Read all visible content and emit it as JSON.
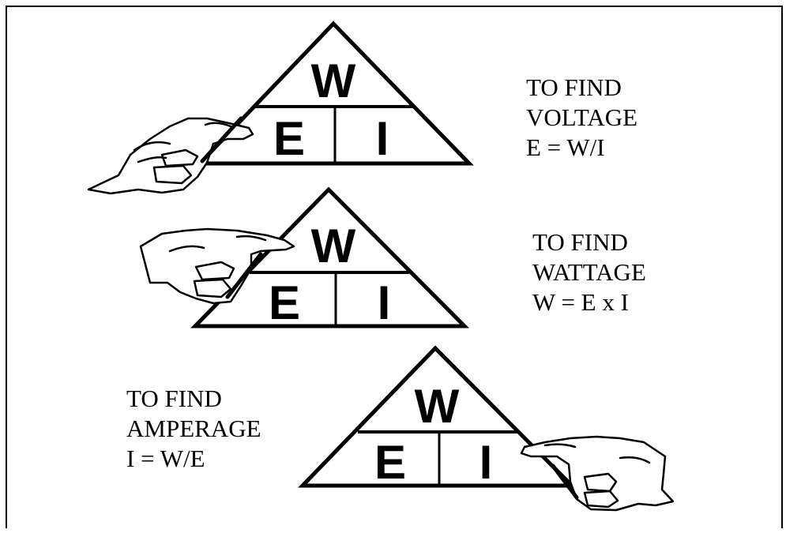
{
  "panels": [
    {
      "id": "voltage",
      "triangle": {
        "top": "W",
        "bottom_left": "E",
        "bottom_right": "I"
      },
      "caption": {
        "line1": "TO FIND",
        "line2": "VOLTAGE",
        "formula": "E = W/I"
      },
      "pointer_target": "E",
      "hand_icon": "pointing-hand-icon"
    },
    {
      "id": "wattage",
      "triangle": {
        "top": "W",
        "bottom_left": "E",
        "bottom_right": "I"
      },
      "caption": {
        "line1": "TO FIND",
        "line2": "WATTAGE",
        "formula": "W = E x I"
      },
      "pointer_target": "W",
      "hand_icon": "pointing-hand-icon"
    },
    {
      "id": "amperage",
      "triangle": {
        "top": "W",
        "bottom_left": "E",
        "bottom_right": "I"
      },
      "caption": {
        "line1": "TO FIND",
        "line2": "AMPERAGE",
        "formula": "I = W/E"
      },
      "pointer_target": "I",
      "hand_icon": "pointing-hand-icon"
    }
  ]
}
